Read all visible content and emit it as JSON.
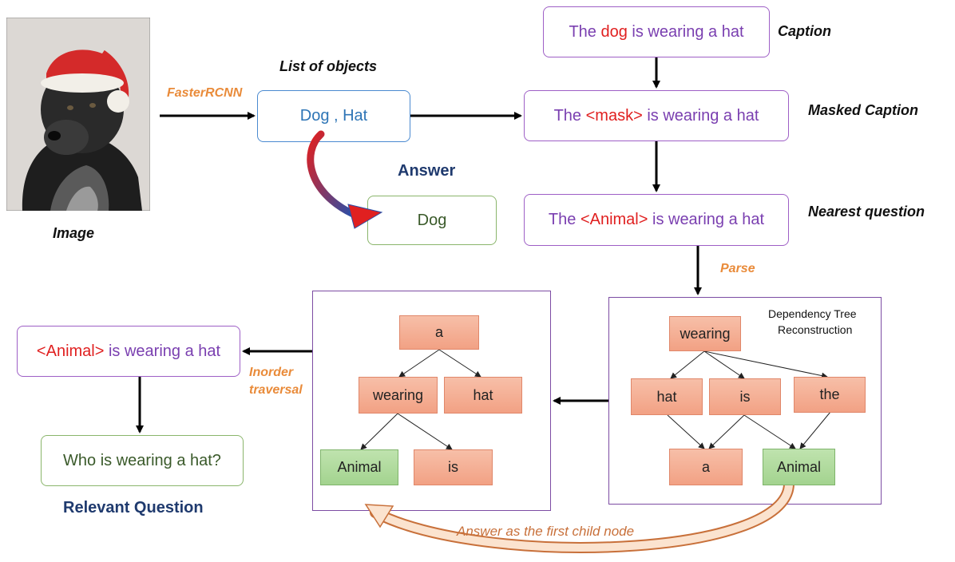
{
  "image": {
    "label": "Image"
  },
  "labels": {
    "faster_rcnn": "FasterRCNN",
    "list_of_objects": "List of objects",
    "answer_title": "Answer",
    "caption": "Caption",
    "masked_caption": "Masked Caption",
    "nearest_question": "Nearest question",
    "parse": "Parse",
    "inorder_line1": "Inorder",
    "inorder_line2": "traversal",
    "relevant_question": "Relevant Question",
    "dep_tree_line1": "Dependency Tree",
    "dep_tree_line2": "Reconstruction",
    "answer_first_child": "Answer as the first child node"
  },
  "boxes": {
    "objects": "Dog , Hat",
    "answer": "Dog",
    "caption": {
      "before": "The ",
      "highlight": "dog",
      "after": " is wearing a hat"
    },
    "masked": {
      "before": "The ",
      "highlight": "<mask>",
      "after": " is wearing a hat"
    },
    "nearest": {
      "before": "The ",
      "highlight": "<Animal>",
      "after": " is wearing a hat"
    },
    "template": {
      "highlight": "<Animal>",
      "after": " is wearing a hat"
    },
    "question": "Who is wearing a hat?"
  },
  "dep_tree": {
    "root": "wearing",
    "child_hat": "hat",
    "child_is": "is",
    "child_the": "the",
    "leaf_a": "a",
    "leaf_animal": "Animal"
  },
  "reordered_tree": {
    "root": "a",
    "wearing": "wearing",
    "hat": "hat",
    "animal": "Animal",
    "is": "is"
  },
  "colors": {
    "highlight_red": "#e02020",
    "text_purple": "#7a3fb0",
    "text_blue": "#2e75b6",
    "text_green": "#3a5a2a",
    "label_orange": "#e98b3a",
    "title_navy": "#1f3a6e",
    "node_orange": "#f4ad92",
    "node_green": "#acd898"
  }
}
